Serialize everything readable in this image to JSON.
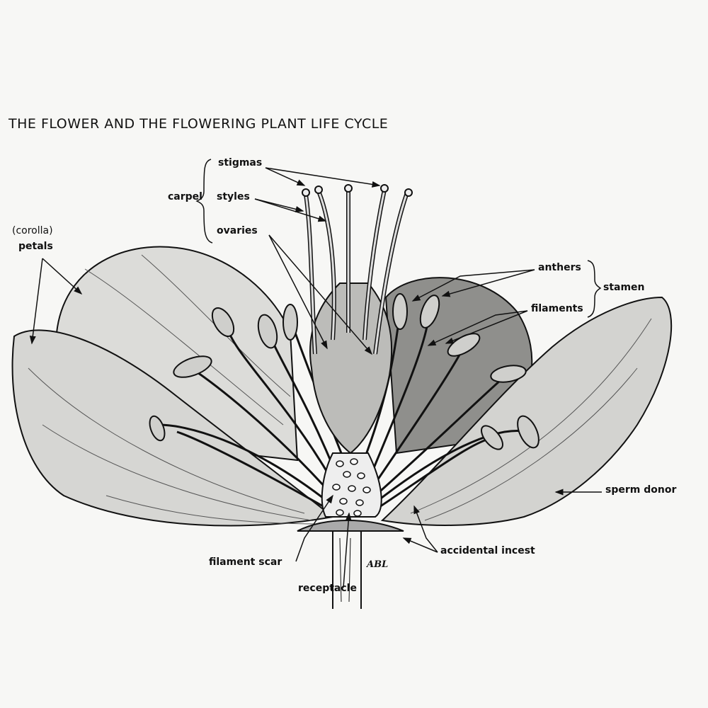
{
  "title": "THE FLOWER AND THE FLOWERING PLANT LIFE CYCLE",
  "labels": {
    "carpel": "carpel",
    "stigmas": "stigmas",
    "styles": "styles",
    "ovaries": "ovaries",
    "corolla": "(corolla)",
    "petals": "petals",
    "anthers": "anthers",
    "filaments": "filaments",
    "stamen": "stamen",
    "sperm_donor": "sperm donor",
    "accidental_incest": "accidental incest",
    "filament_scar": "filament scar",
    "receptacle": "receptacle"
  },
  "signature": "ABL",
  "colors": {
    "ink": "#111111",
    "petal": "#d9d9d6",
    "dark_petal": "#8f8f8c",
    "paper": "#f7f7f5"
  }
}
